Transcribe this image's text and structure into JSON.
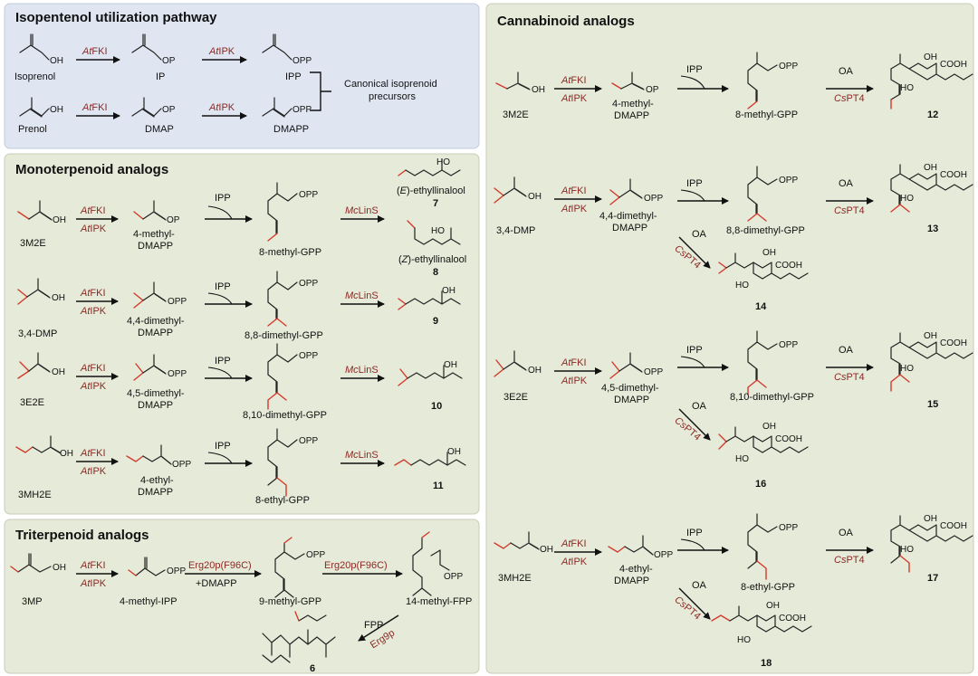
{
  "panels": {
    "isopentenol": {
      "title": "Isopentenol utilization pathway"
    },
    "monoterpenoid": {
      "title": "Monoterpenoid analogs"
    },
    "triterpenoid": {
      "title": "Triterpenoid analogs"
    },
    "cannabinoid": {
      "title": "Cannabinoid analogs"
    }
  },
  "enzymes": {
    "afki_prefix": "At",
    "afki_suffix": "FKI",
    "aipk_prefix": "At",
    "aipk_suffix": "IPK",
    "mclins_prefix": "Mc",
    "mclins_suffix": "LinS",
    "cspt4_prefix": "Cs",
    "cspt4_suffix": "PT4",
    "erg20": "Erg20p(F96C)",
    "erg9": "Erg9p"
  },
  "cofactors": {
    "ipp": "IPP",
    "oa": "OA",
    "fpp": "FPP",
    "dmapp_plus": "+DMAPP"
  },
  "groups": {
    "oh": "OH",
    "op": "OP",
    "opp": "OPP",
    "cooh": "COOH",
    "ho": "HO"
  },
  "isopentenol": {
    "isoprenol": "Isoprenol",
    "ip": "IP",
    "ipp": "IPP",
    "prenol": "Prenol",
    "dmap": "DMAP",
    "dmapp": "DMAPP",
    "canonical_line1": "Canonical isoprenoid",
    "canonical_line2": "precursors"
  },
  "monoterpenoid": {
    "rows": [
      {
        "substrate": "3M2E",
        "intermediate_line1": "4-methyl-",
        "intermediate_line2": "DMAPP",
        "gpp": "8-methyl-GPP"
      },
      {
        "substrate": "3,4-DMP",
        "intermediate_line1": "4,4-dimethyl-",
        "intermediate_line2": "DMAPP",
        "gpp": "8,8-dimethyl-GPP",
        "product_number": "9"
      },
      {
        "substrate": "3E2E",
        "intermediate_line1": "4,5-dimethyl-",
        "intermediate_line2": "DMAPP",
        "gpp": "8,10-dimethyl-GPP",
        "product_number": "10"
      },
      {
        "substrate": "3MH2E",
        "intermediate_line1": "4-ethyl-",
        "intermediate_line2": "DMAPP",
        "gpp": "8-ethyl-GPP",
        "product_number": "11"
      }
    ],
    "e_prefix": "(",
    "e_letter": "E",
    "e_suffix": ")-ethyllinalool",
    "e_number": "7",
    "z_prefix": "(",
    "z_letter": "Z",
    "z_suffix": ")-ethyllinalool",
    "z_number": "8"
  },
  "triterpenoid": {
    "substrate": "3MP",
    "intermediate": "4-methyl-IPP",
    "gpp": "9-methyl-GPP",
    "fpp_product": "14-methyl-FPP",
    "product_number": "6"
  },
  "cannabinoid": {
    "rows": [
      {
        "substrate": "3M2E",
        "intermediate_line1": "4-methyl-",
        "intermediate_line2": "DMAPP",
        "gpp": "8-methyl-GPP",
        "product_number": "12"
      },
      {
        "substrate": "3,4-DMP",
        "intermediate_line1": "4,4-dimethyl-",
        "intermediate_line2": "DMAPP",
        "gpp": "8,8-dimethyl-GPP",
        "product_number": "13",
        "branch_number": "14"
      },
      {
        "substrate": "3E2E",
        "intermediate_line1": "4,5-dimethyl-",
        "intermediate_line2": "DMAPP",
        "gpp": "8,10-dimethyl-GPP",
        "product_number": "15",
        "branch_number": "16"
      },
      {
        "substrate": "3MH2E",
        "intermediate_line1": "4-ethyl-",
        "intermediate_line2": "DMAPP",
        "gpp": "8-ethyl-GPP",
        "product_number": "17",
        "branch_number": "18"
      }
    ]
  },
  "colors": {
    "enzyme": "#8a2a24",
    "highlight_bond": "#d23a2a",
    "panel_blue": "#dfe6f2",
    "panel_green": "#e6ead9"
  }
}
